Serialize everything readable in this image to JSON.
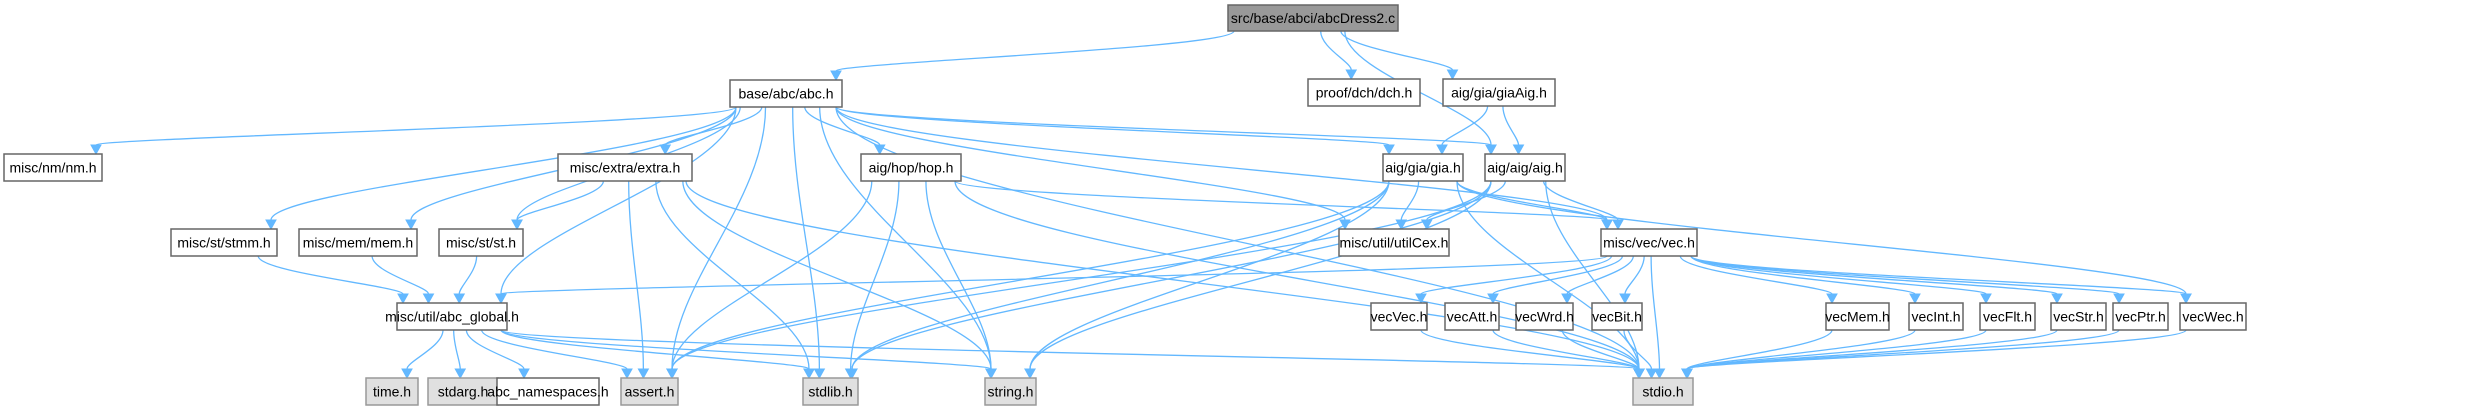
{
  "diagram": {
    "title": "src/base/abci/abcDress2.c",
    "kind": "include dependency graph",
    "colors": {
      "edge": "#63b8ff",
      "root_fill": "#999999",
      "plain_fill": "#ffffff",
      "system_fill": "#e0e0e0",
      "border": "#666666"
    },
    "nodes": [
      {
        "id": "root",
        "label": "src/base/abci/abcDress2.c",
        "kind": "root"
      },
      {
        "id": "abc",
        "label": "base/abc/abc.h",
        "kind": "plain"
      },
      {
        "id": "dch",
        "label": "proof/dch/dch.h",
        "kind": "plain"
      },
      {
        "id": "giaAig",
        "label": "aig/gia/giaAig.h",
        "kind": "plain"
      },
      {
        "id": "nm",
        "label": "misc/nm/nm.h",
        "kind": "plain"
      },
      {
        "id": "extra",
        "label": "misc/extra/extra.h",
        "kind": "plain"
      },
      {
        "id": "hop",
        "label": "aig/hop/hop.h",
        "kind": "plain"
      },
      {
        "id": "gia",
        "label": "aig/gia/gia.h",
        "kind": "plain"
      },
      {
        "id": "aig",
        "label": "aig/aig/aig.h",
        "kind": "plain"
      },
      {
        "id": "stmm",
        "label": "misc/st/stmm.h",
        "kind": "plain"
      },
      {
        "id": "mem",
        "label": "misc/mem/mem.h",
        "kind": "plain"
      },
      {
        "id": "st",
        "label": "misc/st/st.h",
        "kind": "plain"
      },
      {
        "id": "utilCex",
        "label": "misc/util/utilCex.h",
        "kind": "plain"
      },
      {
        "id": "vec",
        "label": "misc/vec/vec.h",
        "kind": "plain"
      },
      {
        "id": "abc_global",
        "label": "misc/util/abc_global.h",
        "kind": "plain"
      },
      {
        "id": "time",
        "label": "time.h",
        "kind": "system"
      },
      {
        "id": "stdarg",
        "label": "stdarg.h",
        "kind": "system"
      },
      {
        "id": "abc_namespaces",
        "label": "abc_namespaces.h",
        "kind": "plain"
      },
      {
        "id": "assert",
        "label": "assert.h",
        "kind": "system"
      },
      {
        "id": "stdlib",
        "label": "stdlib.h",
        "kind": "system"
      },
      {
        "id": "string",
        "label": "string.h",
        "kind": "system"
      },
      {
        "id": "stdio",
        "label": "stdio.h",
        "kind": "system"
      },
      {
        "id": "vecVec",
        "label": "vecVec.h",
        "kind": "plain"
      },
      {
        "id": "vecAtt",
        "label": "vecAtt.h",
        "kind": "plain"
      },
      {
        "id": "vecWrd",
        "label": "vecWrd.h",
        "kind": "plain"
      },
      {
        "id": "vecBit",
        "label": "vecBit.h",
        "kind": "plain"
      },
      {
        "id": "vecMem",
        "label": "vecMem.h",
        "kind": "plain"
      },
      {
        "id": "vecInt",
        "label": "vecInt.h",
        "kind": "plain"
      },
      {
        "id": "vecFlt",
        "label": "vecFlt.h",
        "kind": "plain"
      },
      {
        "id": "vecStr",
        "label": "vecStr.h",
        "kind": "plain"
      },
      {
        "id": "vecPtr",
        "label": "vecPtr.h",
        "kind": "plain"
      },
      {
        "id": "vecWec",
        "label": "vecWec.h",
        "kind": "plain"
      }
    ],
    "edges": [
      [
        "root",
        "abc"
      ],
      [
        "root",
        "dch"
      ],
      [
        "root",
        "giaAig"
      ],
      [
        "root",
        "aig"
      ],
      [
        "abc",
        "nm"
      ],
      [
        "abc",
        "extra"
      ],
      [
        "abc",
        "hop"
      ],
      [
        "abc",
        "gia"
      ],
      [
        "abc",
        "aig"
      ],
      [
        "abc",
        "stmm"
      ],
      [
        "abc",
        "mem"
      ],
      [
        "abc",
        "st"
      ],
      [
        "abc",
        "utilCex"
      ],
      [
        "abc",
        "vec"
      ],
      [
        "abc",
        "assert"
      ],
      [
        "abc",
        "stdlib"
      ],
      [
        "abc",
        "string"
      ],
      [
        "abc",
        "stdio"
      ],
      [
        "abc",
        "abc_global"
      ],
      [
        "giaAig",
        "gia"
      ],
      [
        "giaAig",
        "aig"
      ],
      [
        "extra",
        "st"
      ],
      [
        "extra",
        "assert"
      ],
      [
        "extra",
        "stdlib"
      ],
      [
        "extra",
        "string"
      ],
      [
        "extra",
        "stdio"
      ],
      [
        "hop",
        "vec"
      ],
      [
        "hop",
        "assert"
      ],
      [
        "hop",
        "stdlib"
      ],
      [
        "hop",
        "string"
      ],
      [
        "hop",
        "stdio"
      ],
      [
        "gia",
        "utilCex"
      ],
      [
        "gia",
        "vec"
      ],
      [
        "gia",
        "assert"
      ],
      [
        "gia",
        "stdlib"
      ],
      [
        "gia",
        "string"
      ],
      [
        "gia",
        "stdio"
      ],
      [
        "gia",
        "vecWec"
      ],
      [
        "aig",
        "utilCex"
      ],
      [
        "aig",
        "vec"
      ],
      [
        "aig",
        "assert"
      ],
      [
        "aig",
        "stdlib"
      ],
      [
        "aig",
        "string"
      ],
      [
        "aig",
        "stdio"
      ],
      [
        "stmm",
        "abc_global"
      ],
      [
        "mem",
        "abc_global"
      ],
      [
        "st",
        "abc_global"
      ],
      [
        "vec",
        "abc_global"
      ],
      [
        "vec",
        "vecVec"
      ],
      [
        "vec",
        "vecAtt"
      ],
      [
        "vec",
        "vecWrd"
      ],
      [
        "vec",
        "vecBit"
      ],
      [
        "vec",
        "vecMem"
      ],
      [
        "vec",
        "vecInt"
      ],
      [
        "vec",
        "vecFlt"
      ],
      [
        "vec",
        "vecStr"
      ],
      [
        "vec",
        "vecPtr"
      ],
      [
        "vec",
        "vecWec"
      ],
      [
        "vec",
        "stdio"
      ],
      [
        "abc_global",
        "time"
      ],
      [
        "abc_global",
        "stdarg"
      ],
      [
        "abc_global",
        "abc_namespaces"
      ],
      [
        "abc_global",
        "assert"
      ],
      [
        "abc_global",
        "stdlib"
      ],
      [
        "abc_global",
        "string"
      ],
      [
        "abc_global",
        "stdio"
      ],
      [
        "vecVec",
        "stdio"
      ],
      [
        "vecAtt",
        "stdio"
      ],
      [
        "vecWrd",
        "stdio"
      ],
      [
        "vecBit",
        "stdio"
      ],
      [
        "vecMem",
        "stdio"
      ],
      [
        "vecInt",
        "stdio"
      ],
      [
        "vecFlt",
        "stdio"
      ],
      [
        "vecStr",
        "stdio"
      ],
      [
        "vecPtr",
        "stdio"
      ],
      [
        "vecWec",
        "stdio"
      ]
    ]
  }
}
